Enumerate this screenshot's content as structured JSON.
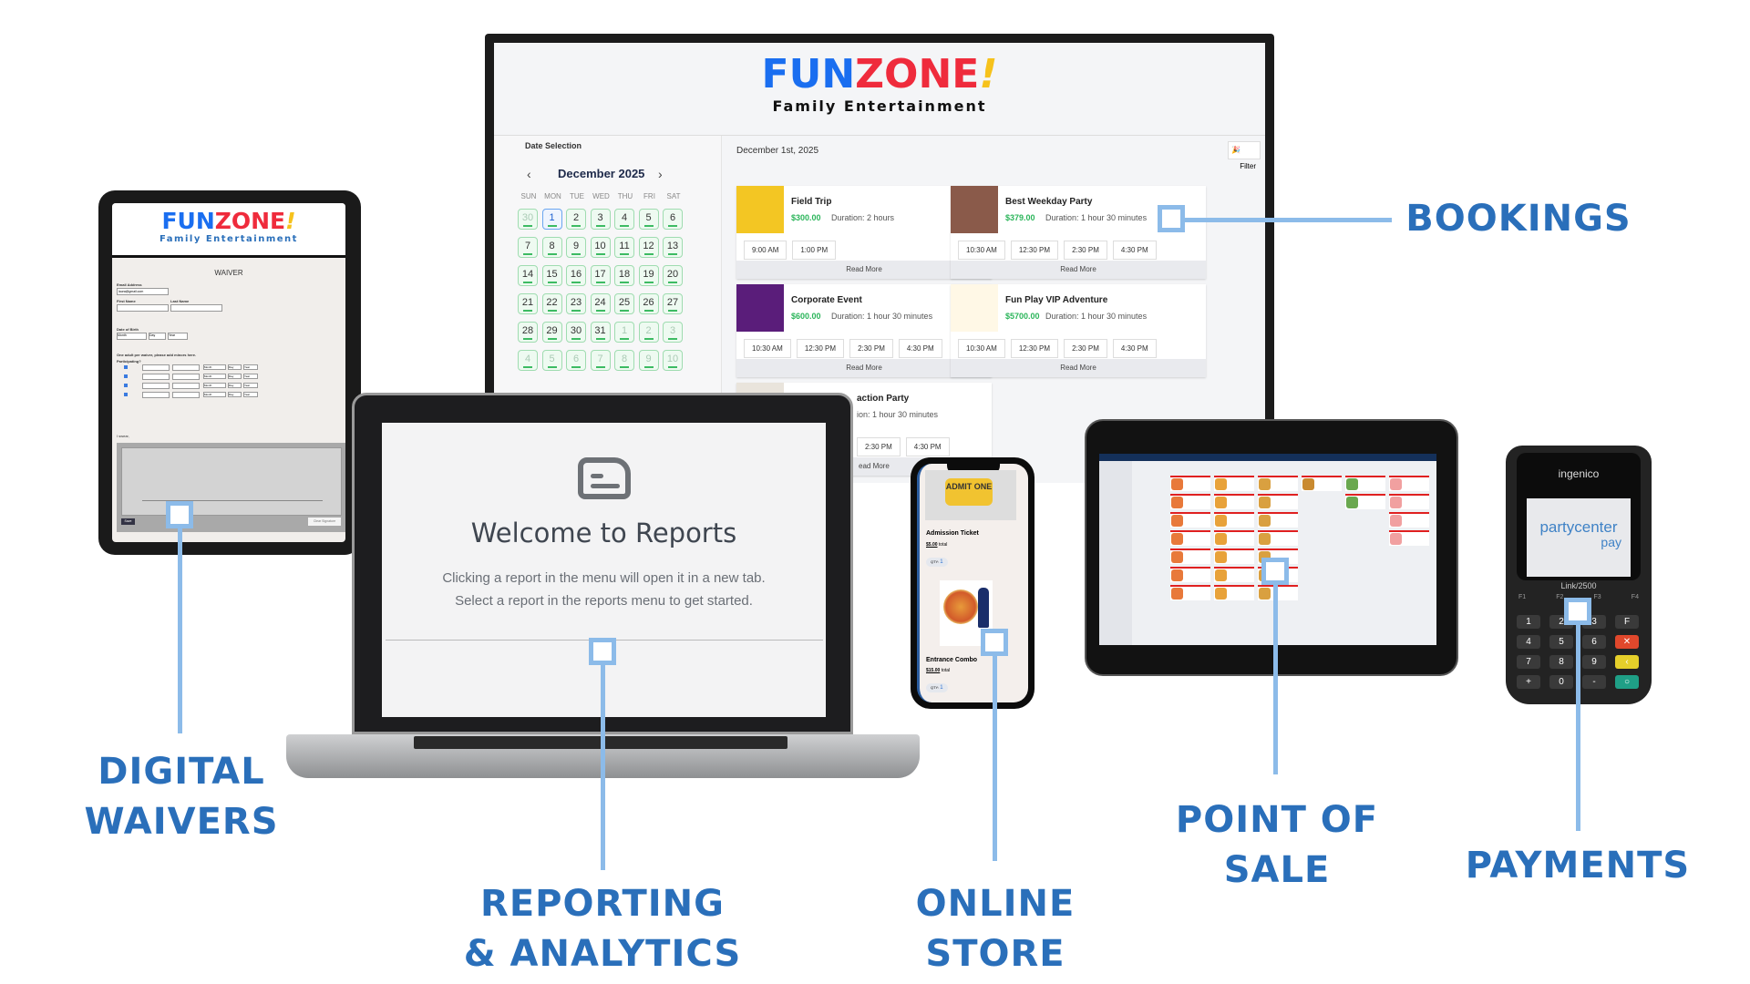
{
  "labels": {
    "bookings": "BOOKINGS",
    "waivers_1": "DIGITAL",
    "waivers_2": "WAIVERS",
    "reporting_1": "REPORTING",
    "reporting_2": "& ANALYTICS",
    "store_1": "ONLINE",
    "store_2": "STORE",
    "pos_1": "POINT OF",
    "pos_2": "SALE",
    "payments": "PAYMENTS"
  },
  "brand": {
    "fun": "FUN",
    "zone": "ZONE",
    "bang": "!",
    "tagline": "Family Entertainment",
    "colors": {
      "fun": "#1a6ef0",
      "zone": "#ef2b3c",
      "bang": "#f6c21c",
      "label": "#2a6fba",
      "connector": "#8cbbe9"
    }
  },
  "bookings": {
    "date_selection": "Date Selection",
    "month": "December 2025",
    "prev": "‹",
    "next": "›",
    "weekdays": [
      "SUN",
      "MON",
      "TUE",
      "WED",
      "THU",
      "FRI",
      "SAT"
    ],
    "weeks": [
      [
        "30",
        "1",
        "2",
        "3",
        "4",
        "5",
        "6"
      ],
      [
        "7",
        "8",
        "9",
        "10",
        "11",
        "12",
        "13"
      ],
      [
        "14",
        "15",
        "16",
        "17",
        "18",
        "19",
        "20"
      ],
      [
        "21",
        "22",
        "23",
        "24",
        "25",
        "26",
        "27"
      ],
      [
        "28",
        "29",
        "30",
        "31",
        "1",
        "2",
        "3"
      ],
      [
        "4",
        "5",
        "6",
        "7",
        "8",
        "9",
        "10"
      ]
    ],
    "selected_day": "1",
    "selected_date": "December 1st, 2025",
    "filter": "Filter",
    "cards": [
      {
        "title": "Field Trip",
        "price": "$300.00",
        "duration": "Duration: 2 hours",
        "slots": [
          "9:00 AM",
          "1:00 PM"
        ],
        "read_more": "Read More"
      },
      {
        "title": "Best Weekday Party",
        "price": "$379.00",
        "duration": "Duration: 1 hour 30 minutes",
        "slots": [
          "10:30 AM",
          "12:30 PM",
          "2:30 PM",
          "4:30 PM"
        ],
        "read_more": "Read More"
      },
      {
        "title": "Corporate Event",
        "price": "$600.00",
        "duration": "Duration: 1 hour 30 minutes",
        "slots": [
          "10:30 AM",
          "12:30 PM",
          "2:30 PM",
          "4:30 PM"
        ],
        "read_more": "Read More"
      },
      {
        "title": "Fun Play VIP Adventure",
        "price": "$5700.00",
        "duration": "Duration: 1 hour 30 minutes",
        "slots": [
          "10:30 AM",
          "12:30 PM",
          "2:30 PM",
          "4:30 PM"
        ],
        "read_more": "Read More"
      },
      {
        "title": "action Party",
        "price": "",
        "duration": "ion: 1 hour 30 minutes",
        "slots": [
          "2:30 PM",
          "4:30 PM"
        ],
        "read_more": "ead More"
      }
    ]
  },
  "reports": {
    "title": "Welcome to Reports",
    "line1": "Clicking a report in the menu will open it in a new tab.",
    "line2": "Select a report in the reports menu to get started."
  },
  "waiver": {
    "title": "WAIVER",
    "email_label": "Email Address",
    "email_value": "laura@gmail.com",
    "first_name": "First Name",
    "last_name": "Last Name",
    "dob": "Date of Birth",
    "month": "Month",
    "day": "Day",
    "year": "Year",
    "minors_note": "One adult per waiver, please add minors here.",
    "participating": "Participating?",
    "save": "Save",
    "clear": "Clear Signature",
    "i_swear": "I swear,"
  },
  "store": {
    "items": [
      {
        "image_text": "ADMIT ONE",
        "name": "Admission Ticket",
        "price": "$5.00",
        "suffix": "total",
        "qty_label": "QTY:",
        "qty": "1"
      },
      {
        "name": "Entrance Combo",
        "price": "$15.00",
        "suffix": "total",
        "qty_label": "QTY:",
        "qty": "1"
      }
    ]
  },
  "terminal": {
    "brand": "ingenico",
    "screen_1": "partycenter",
    "screen_2": "pay",
    "model": "Link/2500",
    "fkeys": [
      "F1",
      "F2",
      "F3",
      "F4"
    ],
    "keys": [
      "1",
      "2",
      "3",
      "F",
      "4",
      "5",
      "6",
      "✕",
      "7",
      "8",
      "9",
      "‹",
      "+",
      "0",
      "-",
      "○"
    ]
  }
}
